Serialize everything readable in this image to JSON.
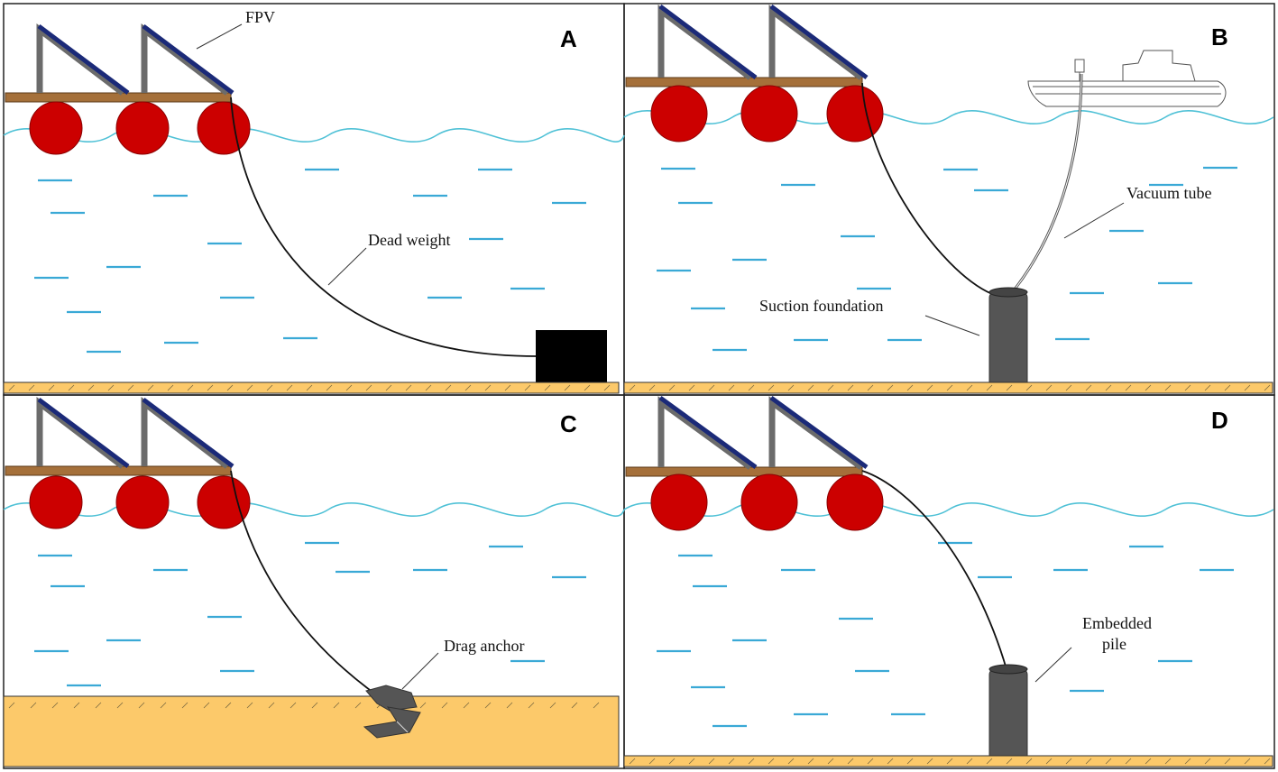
{
  "colors": {
    "water": "#4fc1d6",
    "float": "#cc0000",
    "deck": "#a5703a",
    "seabed": "#fcc96a",
    "pv_panel": "#1b2a78",
    "anchor": "#555555"
  },
  "panels": {
    "a": {
      "letter": "A",
      "labels": [
        "FPV",
        "Dead weight"
      ]
    },
    "b": {
      "letter": "B",
      "labels": [
        "Vacuum tube",
        "Suction foundation"
      ]
    },
    "c": {
      "letter": "C",
      "labels": [
        "Drag anchor"
      ]
    },
    "d": {
      "letter": "D",
      "labels": [
        "Embedded",
        "pile"
      ]
    }
  }
}
